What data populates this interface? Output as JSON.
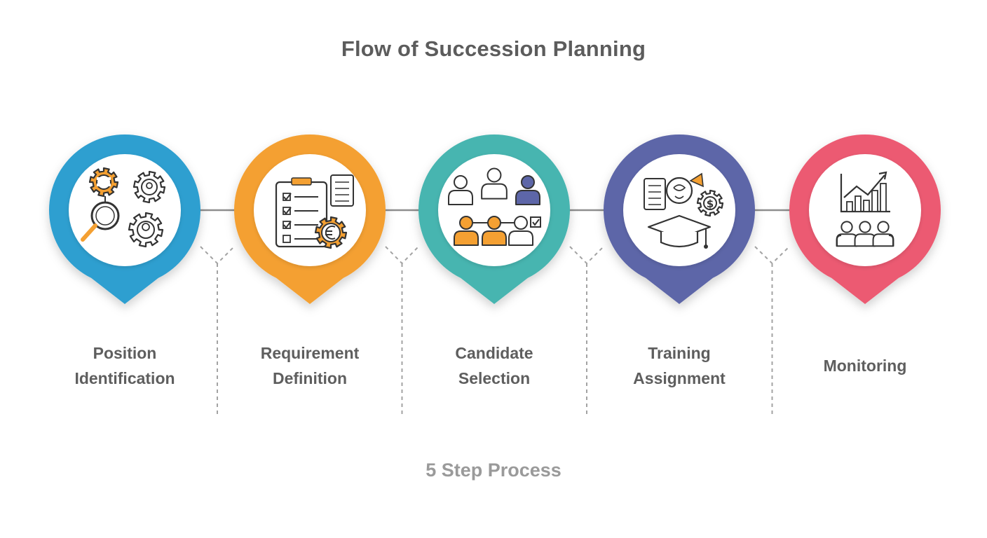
{
  "title": "Flow of Succession Planning",
  "subtitle": "5 Step Process",
  "steps": [
    {
      "lines": [
        "Position",
        "Identification"
      ],
      "color": "#2d9fd0",
      "icon": "search-gears-icon"
    },
    {
      "lines": [
        "Requirement",
        "Definition"
      ],
      "color": "#f4a032",
      "icon": "checklist-badge-icon"
    },
    {
      "lines": [
        "Candidate",
        "Selection"
      ],
      "color": "#46b5b0",
      "icon": "people-selection-icon"
    },
    {
      "lines": [
        "Training",
        "Assignment"
      ],
      "color": "#5d66a8",
      "icon": "training-graduation-icon"
    },
    {
      "lines": [
        "Monitoring"
      ],
      "color": "#ec5a72",
      "icon": "chart-team-icon"
    }
  ],
  "colors": {
    "accent_orange": "#f4a032",
    "accent_navy": "#5d66a8",
    "line_art": "#333333",
    "connector": "#9e9e9e"
  }
}
